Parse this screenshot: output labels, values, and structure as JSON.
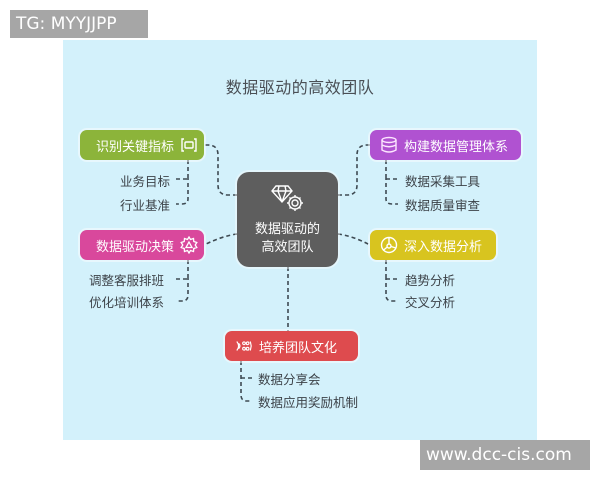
{
  "watermarks": {
    "top_left": "TG: MYYJJPP",
    "bottom_right": "www.dcc-cis.com"
  },
  "diagram": {
    "title": "数据驱动的高效团队",
    "center": {
      "line1": "数据驱动的",
      "line2": "高效团队",
      "icon": "diamond-gear-icon",
      "color": "#5e5e5e"
    },
    "nodes": [
      {
        "id": "identify",
        "label": "识别关键指标",
        "icon": "brackets-icon",
        "color": "#8cb43a",
        "children": [
          "业务目标",
          "行业基准"
        ]
      },
      {
        "id": "build",
        "label": "构建数据管理体系",
        "icon": "database-icon",
        "color": "#b052d1",
        "children": [
          "数据采集工具",
          "数据质量审查"
        ]
      },
      {
        "id": "decide",
        "label": "数据驱动决策",
        "icon": "gear-warning-icon",
        "color": "#d9489c",
        "children": [
          "调整客服排班",
          "优化培训体系"
        ]
      },
      {
        "id": "analyze",
        "label": "深入数据分析",
        "icon": "chart-pie-icon",
        "color": "#d8c41f",
        "children": [
          "趋势分析",
          "交叉分析"
        ]
      },
      {
        "id": "culture",
        "label": "培养团队文化",
        "icon": "team-icon",
        "color": "#de4b4e",
        "children": [
          "数据分享会",
          "数据应用奖励机制"
        ]
      }
    ],
    "background": "#d3f1fb"
  }
}
